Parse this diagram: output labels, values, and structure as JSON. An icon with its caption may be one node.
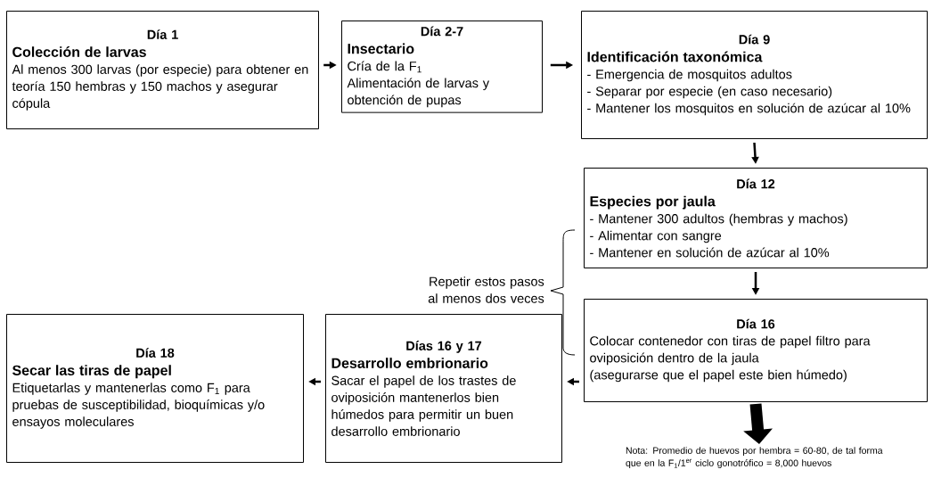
{
  "diagram": {
    "nodes": [
      {
        "text": [
          "Día 1",
          "Colección de larvas",
          "Al menos 300 larvas (por especie) para obtener en teoría 150 hembras y 150 machos y asegurar cópula"
        ]
      },
      {
        "text": [
          "Día 2-7",
          "Insectario",
          "Cría de la F$_{1}$",
          "Alimentación de larvas y obtención de pupas"
        ]
      },
      {
        "text": [
          "Día 9",
          "Identificación taxonómica",
          "- Emergencia de mosquitos adultos",
          "- Separar por especie (en caso necesario)",
          "- Mantener los mosquitos en solución de azúcar al 10%"
        ]
      },
      {
        "text": [
          "Día 12",
          "Especies por jaula",
          "- Mantener 300 adultos (hembras y machos)",
          "- Alimentar con sangre",
          "- Mantener en solución de azúcar al 10%"
        ]
      },
      {
        "text": [
          "Día 16",
          "Colocar contenedor con tiras de papel filtro para oviposición dentro de la jaula",
          "(asegurarse que el papel este bien húmedo)"
        ]
      },
      {
        "text": [
          "Días 16 y 17",
          "Desarrollo embrionario",
          "Sacar el papel de los trastes de oviposición mantenerlos bien húmedos para permitir un buen desarrollo embrionario"
        ]
      },
      {
        "text": [
          "Día 18",
          "Secar las tiras de papel",
          "Etiquetarlas y mantenerlas como F$_{1}$ para pruebas de susceptibilidad, bioquímicas y/o ensayos moleculares"
        ]
      },
      {
        "text": [
          "Nota: Promedio de huevos por hembra = 60-80, de tal forma que en la F$_{1}$/1$^{er}$ ciclo gonotrófico = 8,000 huevos"
        ]
      }
    ],
    "edges": [
      {
        "from": 0,
        "to": 1,
        "arrow": "to"
      },
      {
        "from": 1,
        "to": 2,
        "arrow": "to"
      },
      {
        "from": 2,
        "to": 3,
        "arrow": "to"
      },
      {
        "from": 3,
        "to": 4,
        "arrow": "to"
      },
      {
        "from": 4,
        "to": 5,
        "arrow": "to"
      },
      {
        "from": 5,
        "to": 6,
        "arrow": "to"
      },
      {
        "from": 4,
        "to": 7,
        "arrow": "to",
        "style": "thick"
      }
    ],
    "labels": [
      "Repetir estos pasos al menos dos veces"
    ]
  }
}
